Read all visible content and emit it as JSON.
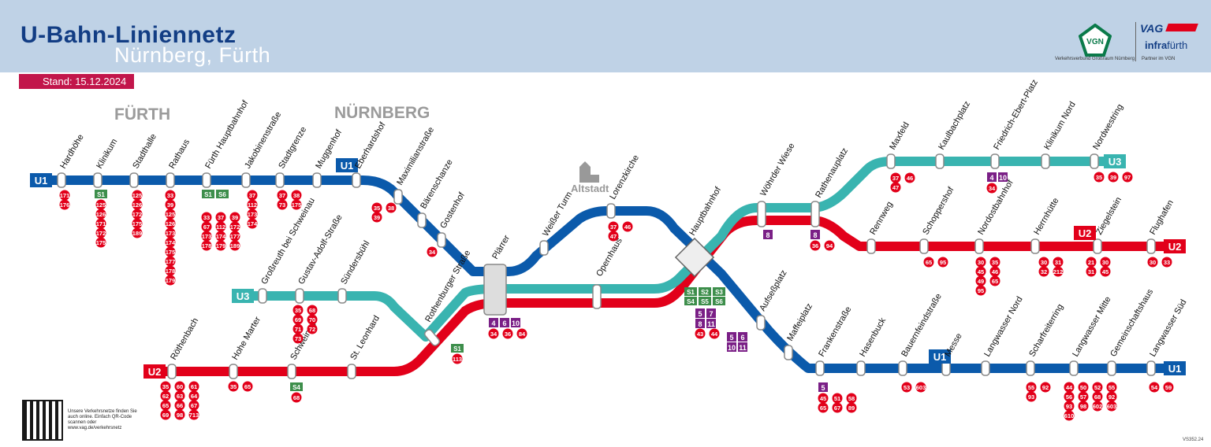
{
  "header": {
    "title": "U-Bahn-Liniennetz",
    "subtitle": "Nürnberg, Fürth",
    "stand": "Stand: 15.12.2024"
  },
  "cities": {
    "fuerth": "FÜRTH",
    "nuernberg": "NÜRNBERG"
  },
  "logos": {
    "vgn_caption": "Verkehrsverbund Großraum Nürnberg",
    "vag": "VAG",
    "infra_prefix": "infra",
    "infra_suffix": "fürth",
    "partner": "Partner im VGN"
  },
  "footer": {
    "qr_text": "Unsere Verkehrsnetze finden Sie auch online. Einfach QR-Code scannen oder www.vag.de/verkehrsnetz",
    "doc_code": "VS352.24"
  },
  "colors": {
    "u1": "#0b5aab",
    "u2": "#e2001a",
    "u3": "#39b4b0",
    "bus": "#e2001a",
    "tram": "#7a1f86",
    "sbahn": "#3d8e4b"
  },
  "altstadt": "Altstadt",
  "lines": {
    "u1": {
      "label": "U1",
      "stations": [
        "Hardhöhe",
        "Klinikum",
        "Stadthalle",
        "Rathaus",
        "Fürth Hauptbahnhof",
        "Jakobinenstraße",
        "Stadtgrenze",
        "Muggenhof",
        "Eberhardshof",
        "Maximilianstraße",
        "Bärenschanze",
        "Gostenhof",
        "Plärrer",
        "Weißer Turm",
        "Lorenzkirche",
        "Hauptbahnhof",
        "Aufseßplatz",
        "Maffeiplatz",
        "Frankenstraße",
        "Hasenbuck",
        "Bauernfeindstraße",
        "Messe",
        "Langwasser Nord",
        "Scharfreiterring",
        "Langwasser Mitte",
        "Gemeinschaftshaus",
        "Langwasser Süd"
      ]
    },
    "u2": {
      "label": "U2",
      "stations": [
        "Röthenbach",
        "Hohe Marter",
        "Schweinau",
        "St. Leonhard",
        "Rothenburger Straße",
        "Plärrer",
        "Opernhaus",
        "Hauptbahnhof",
        "Wöhrder Wiese",
        "Rathenauplatz",
        "Rennweg",
        "Schoppershof",
        "Nordostbahnhof",
        "Herrnhütte",
        "Ziegelstein",
        "Flughafen"
      ]
    },
    "u3": {
      "label": "U3",
      "stations": [
        "Großreuth bei Schweinau",
        "Gustav-Adolf-Straße",
        "Sündersbühl",
        "Rothenburger Straße",
        "Plärrer",
        "Opernhaus",
        "Hauptbahnhof",
        "Wöhrder Wiese",
        "Rathenauplatz",
        "Maxfeld",
        "Kaulbachplatz",
        "Friedrich-Ebert-Platz",
        "Klinikum Nord",
        "Nordwestring"
      ]
    }
  },
  "connections": {
    "hardhoehe_bus": [
      "171",
      "176"
    ],
    "klinikum_sbahn": "S1",
    "klinikum_bus": [
      "125",
      "126",
      "171",
      "172",
      "175"
    ],
    "stadthalle_bus": [
      "125",
      "126",
      "172",
      "175",
      "189"
    ],
    "rathaus_bus": [
      "33",
      "39",
      "125",
      "126",
      "173",
      "174",
      "175",
      "177",
      "178",
      "179"
    ],
    "fuerth_hbf_sbahn": [
      "S1",
      "S6"
    ],
    "fuerth_hbf_bus": [
      "33",
      "37",
      "39",
      "67",
      "112",
      "172",
      "173",
      "174",
      "177",
      "178",
      "179",
      "189"
    ],
    "jakobinen_bus": [
      "37",
      "112",
      "173",
      "174"
    ],
    "stadtgrenze_bus": [
      "37",
      "38",
      "73",
      "175"
    ],
    "maximilian_bus": [
      "35",
      "38",
      "39"
    ],
    "gostenhof_bus": [
      "34"
    ],
    "plaerrer_tram": [
      "4",
      "6",
      "10"
    ],
    "plaerrer_bus": [
      "34",
      "36",
      "84"
    ],
    "lorenz_bus": [
      "37",
      "46",
      "47"
    ],
    "hbf_sbahn": [
      "S1",
      "S2",
      "S3",
      "S4",
      "S5",
      "S6"
    ],
    "hbf_tram": [
      "5",
      "7",
      "8",
      "11"
    ],
    "hbf_bus": [
      "43",
      "44"
    ],
    "woehrder_tram": [
      "8"
    ],
    "rathenau_tram": [
      "8"
    ],
    "rathenau_bus": [
      "36",
      "94"
    ],
    "maxfeld_bus": [
      "37",
      "46",
      "47"
    ],
    "kaulbach_tram": [
      "4",
      "10"
    ],
    "kaulbach_bus": [
      "34"
    ],
    "nordwestring_bus": [
      "35",
      "39",
      "97"
    ],
    "schoppershof_bus": [
      "65",
      "95"
    ],
    "nordost_bus": [
      "30",
      "35",
      "45",
      "46",
      "49",
      "65",
      "95"
    ],
    "herrnhuette_bus": [
      "30",
      "31",
      "32",
      "212"
    ],
    "ziegelstein_bus": [
      "21",
      "30",
      "31",
      "45"
    ],
    "flughafen_bus": [
      "30",
      "33"
    ],
    "aufsess_tram": [
      "5",
      "6",
      "10",
      "11"
    ],
    "frankenstr_tram": [
      "5"
    ],
    "frankenstr_bus": [
      "45",
      "51",
      "58",
      "65",
      "67",
      "89"
    ],
    "bauernfeind_bus": [
      "53",
      "603"
    ],
    "scharfreiter_bus": [
      "55",
      "92",
      "93"
    ],
    "lw_mitte_bus": [
      "44",
      "50",
      "52",
      "55",
      "56",
      "57",
      "68",
      "92",
      "93",
      "98",
      "602",
      "603",
      "610"
    ],
    "lw_sued_bus": [
      "54",
      "59"
    ],
    "rothenburger_sbahn": "S1",
    "rothenburger_bus": [
      "113"
    ],
    "gustav_bus": [
      "35",
      "68",
      "69",
      "70",
      "71",
      "72",
      "73"
    ],
    "schweinau_sbahn": "S4",
    "schweinau_bus": [
      "68"
    ],
    "hohemarter_bus": [
      "35",
      "65"
    ],
    "roethenbach_bus": [
      "35",
      "60",
      "61",
      "62",
      "63",
      "64",
      "65",
      "66",
      "67",
      "69",
      "98",
      "713"
    ]
  }
}
